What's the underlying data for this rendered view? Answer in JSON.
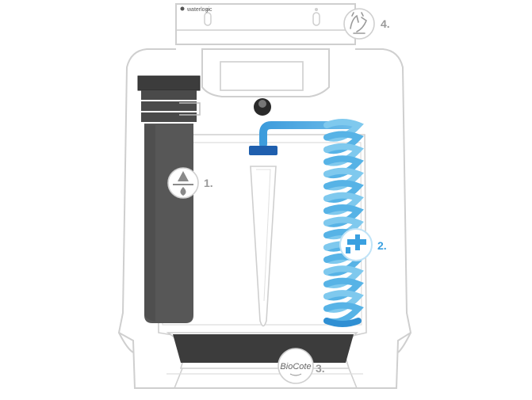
{
  "brand": {
    "label": "waterlogic"
  },
  "callouts": [
    {
      "number": "1.",
      "icon": "water-drop-icon"
    },
    {
      "number": "2.",
      "icon": "water-tap-icon"
    },
    {
      "number": "3.",
      "icon": "biocote-logo"
    },
    {
      "number": "4.",
      "icon": "hand-wash-icon"
    }
  ],
  "biocote": {
    "label": "BioCote"
  },
  "colors": {
    "outline": "#cfcfcf",
    "filter_dark": "#3c3c3c",
    "filter_mid": "#575757",
    "cooling_blue": "#4aa8dd",
    "callout_number_gray": "#9a9a9a",
    "callout_number_blue": "#3aa0e0"
  }
}
